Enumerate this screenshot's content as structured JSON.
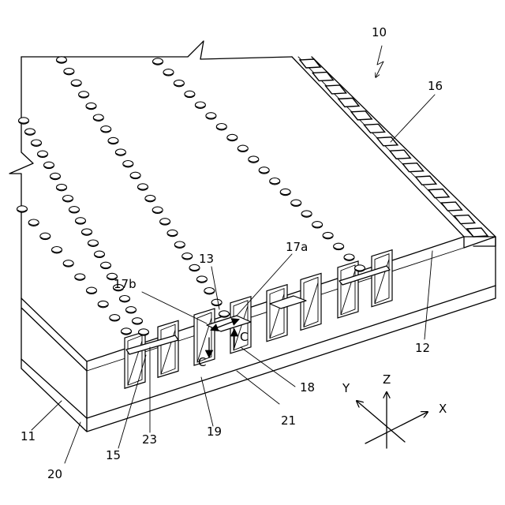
{
  "figure": {
    "ref_device": "10",
    "ref_side_panel": "11",
    "ref_front_edge": "12",
    "ref_top_hole": "13",
    "ref_slot": "15",
    "ref_pads": "16",
    "ref_key_a": "17a",
    "ref_key_b": "17b",
    "ref_channel": "18",
    "ref_cell": "19",
    "ref_base_plate": "20",
    "ref_lower_slot": "21",
    "ref_pin": "23",
    "section_mark": "C",
    "axes": {
      "x": "X",
      "y": "Y",
      "z": "Z"
    }
  }
}
